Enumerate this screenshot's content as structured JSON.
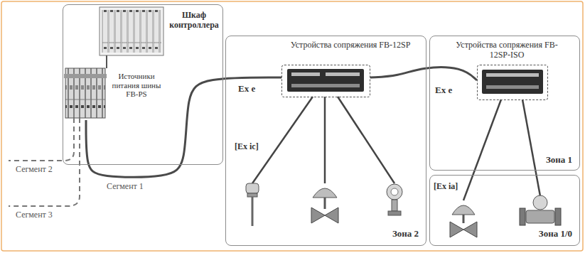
{
  "diagram": {
    "nodes": [
      {
        "text": [
          "Шкаф контроллера"
        ]
      },
      {
        "text": [
          "Источники питания шины FB-PS"
        ],
        "in": 0
      },
      {
        "text": [
          "Устройства сопряжения FB-12SP",
          "Зона 2"
        ]
      },
      {
        "text": [
          "Ex e"
        ],
        "in": 2
      },
      {
        "text": [
          "Устройства сопряжения FB-12SP-ISO",
          "Зона 1"
        ]
      },
      {
        "text": [
          "Ex e"
        ],
        "in": 4
      },
      {
        "text": [
          "Зона 1/0"
        ]
      }
    ],
    "edges": [
      {
        "from": 1,
        "to": 3,
        "arrow": "none",
        "label": "Сегмент 1"
      },
      {
        "from": 3,
        "to": 5,
        "arrow": "none"
      }
    ],
    "labels": [
      "Сегмент 2",
      "Сегмент 3",
      "[Ex ic]",
      "[Ex ia]"
    ]
  }
}
